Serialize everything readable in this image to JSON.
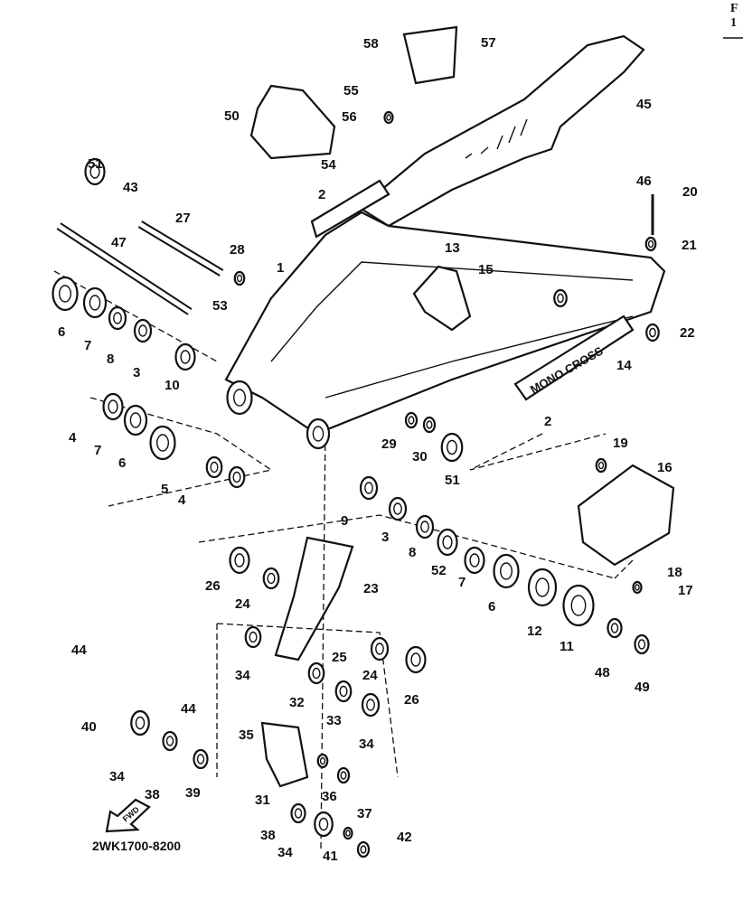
{
  "diagram": {
    "part_labels": [
      "58",
      "57",
      "55",
      "45",
      "50",
      "56",
      "54",
      "51",
      "43",
      "27",
      "2",
      "46",
      "20",
      "47",
      "28",
      "13",
      "15",
      "21",
      "1",
      "53",
      "6",
      "7",
      "8",
      "3",
      "10",
      "22",
      "14",
      "2",
      "4",
      "7",
      "6",
      "29",
      "30",
      "51",
      "19",
      "16",
      "5",
      "4",
      "9",
      "3",
      "8",
      "52",
      "7",
      "6",
      "12",
      "11",
      "18",
      "17",
      "26",
      "24",
      "23",
      "25",
      "24",
      "26",
      "48",
      "49",
      "44",
      "34",
      "32",
      "33",
      "34",
      "44",
      "40",
      "35",
      "34",
      "38",
      "39",
      "31",
      "36",
      "37",
      "38",
      "34",
      "41",
      "42"
    ],
    "decal_text": "MONO CROSS",
    "fwd_label": "FWD",
    "diagram_code": "2WK1700-8200",
    "corner_text": [
      "F",
      "1"
    ]
  }
}
